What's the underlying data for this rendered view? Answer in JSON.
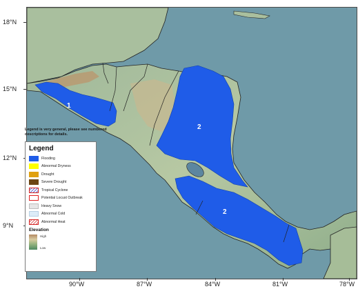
{
  "map": {
    "latitude_labels": [
      "18°N",
      "15°N",
      "12°N",
      "9°N"
    ],
    "longitude_labels": [
      "90°W",
      "87°W",
      "84°W",
      "81°W",
      "78°W"
    ]
  },
  "zones": [
    {
      "id": "1",
      "label": "1",
      "hazard": "Flooding",
      "color": "#1f5ce8"
    },
    {
      "id": "2a",
      "label": "2",
      "hazard": "Flooding",
      "color": "#1f5ce8"
    },
    {
      "id": "2b",
      "label": "2",
      "hazard": "Flooding",
      "color": "#1f5ce8"
    }
  ],
  "note": "Legend is very general, please see numbered descriptions for details.",
  "legend": {
    "title": "Legend",
    "items": [
      {
        "label": "Flooding",
        "color": "#1f5ce8",
        "style": "solid"
      },
      {
        "label": "Abnormal Dryness",
        "color": "#ffff00",
        "style": "solid"
      },
      {
        "label": "Drought",
        "color": "#e0a010",
        "style": "solid"
      },
      {
        "label": "Severe Drought",
        "color": "#6b4513",
        "style": "solid"
      },
      {
        "label": "Tropical Cyclone",
        "color": "#d42020",
        "style": "hatched-blue"
      },
      {
        "label": "Potential Locust Outbreak",
        "color": "#e02020",
        "style": "outline"
      },
      {
        "label": "Heavy Snow",
        "color": "#e6e6e6",
        "style": "solid-light"
      },
      {
        "label": "Abnormal Cold",
        "color": "#dcecf8",
        "style": "solid-light"
      },
      {
        "label": "Abnormal Heat",
        "color": "#d42020",
        "style": "hatched-red"
      }
    ],
    "elevation_title": "Elevation",
    "elevation_high": "High",
    "elevation_low": "Low"
  }
}
